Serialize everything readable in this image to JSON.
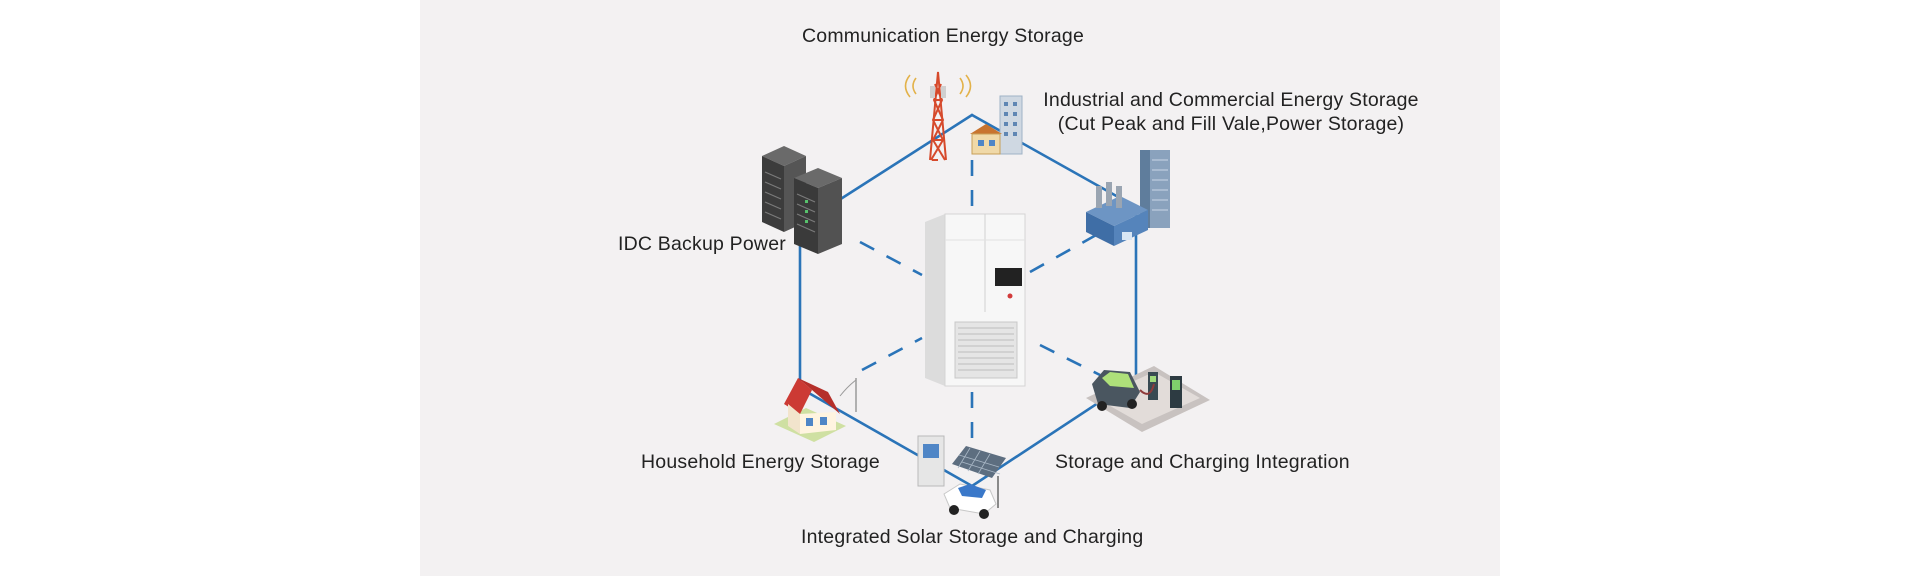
{
  "diagram": {
    "labels": {
      "communication": "Communication Energy Storage",
      "industrial_line1": "Industrial and Commercial Energy Storage",
      "industrial_line2": "(Cut Peak and Fill Vale,Power Storage)",
      "idc": "IDC Backup Power",
      "household": "Household Energy Storage",
      "storage_charging": "Storage and Charging Integration",
      "solar": "Integrated Solar Storage and Charging"
    },
    "colors": {
      "background": "#f3f1f2",
      "connector": "#2a74b8",
      "text": "#222222"
    }
  }
}
